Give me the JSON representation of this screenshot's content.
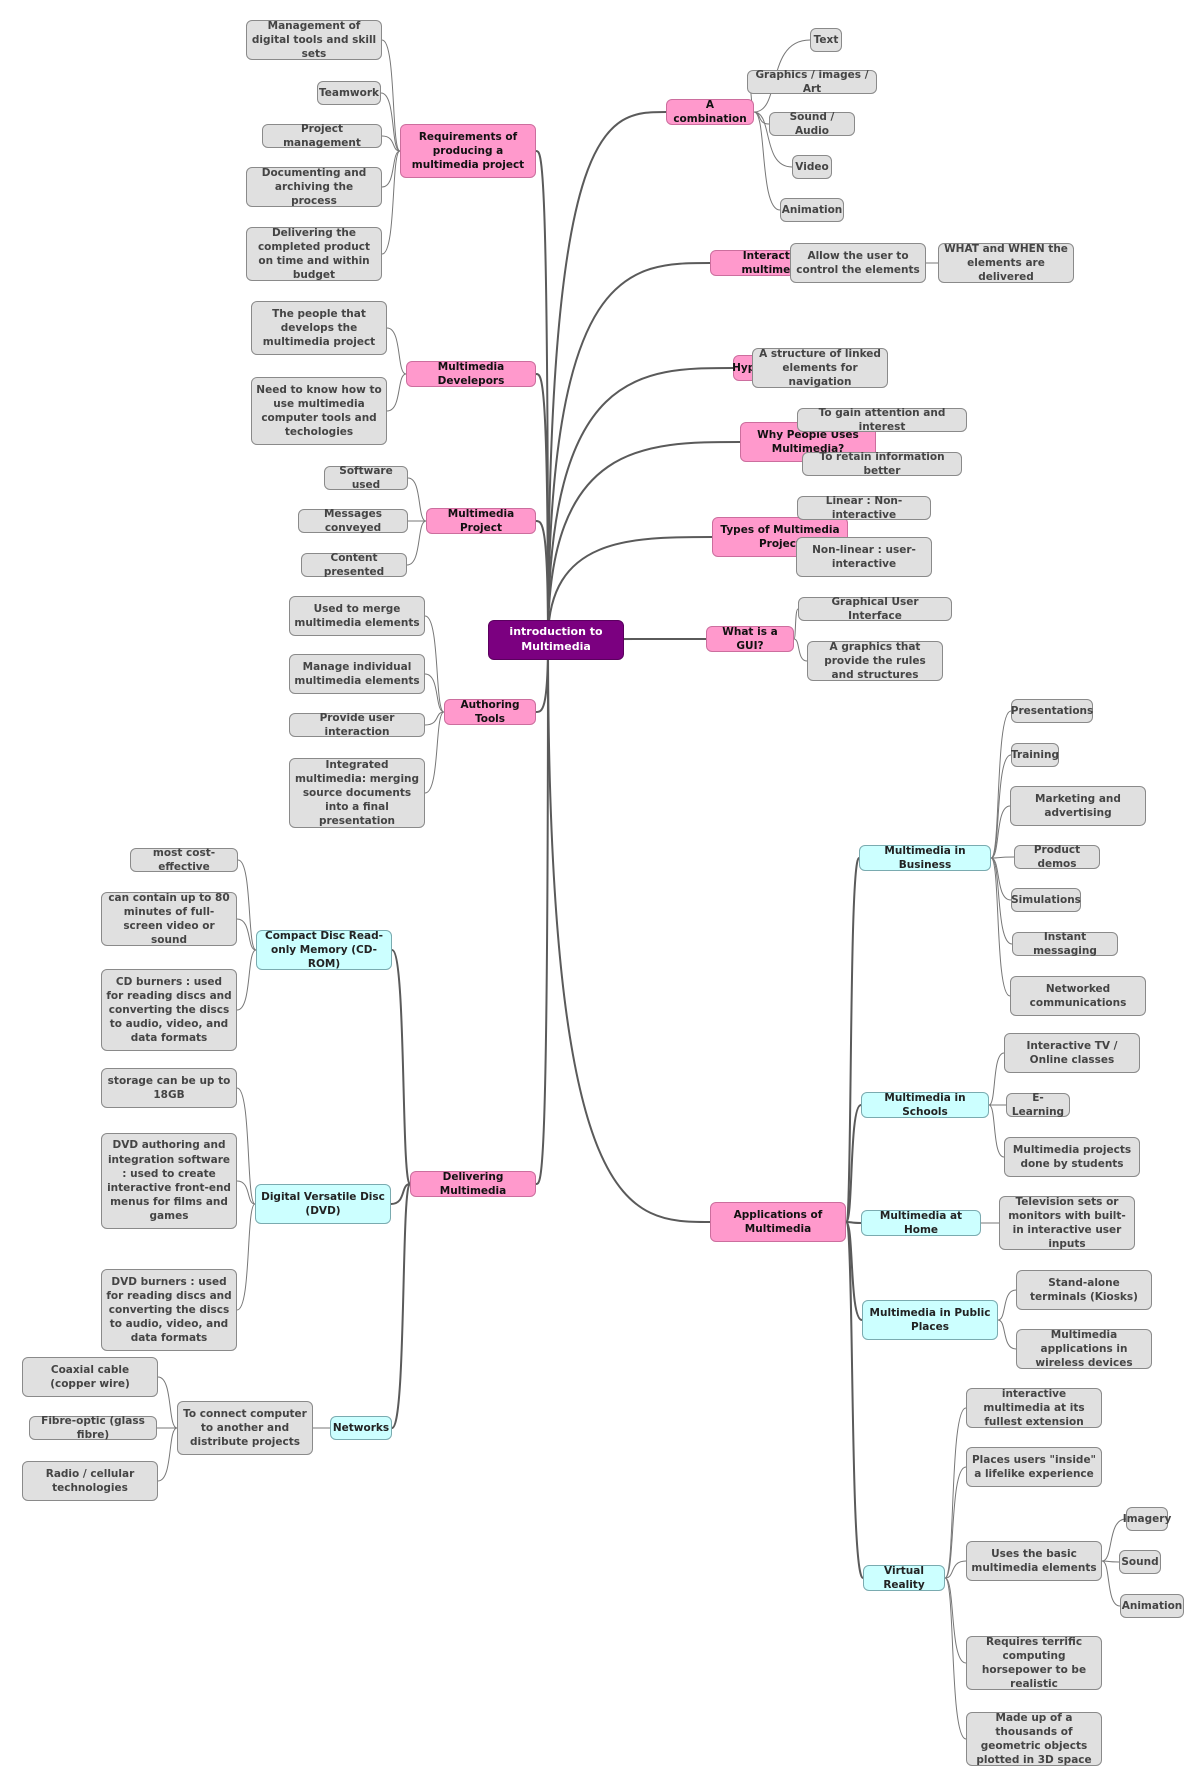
{
  "colors": {
    "branch_fill": "#ff99cc",
    "sub_branch_fill": "#ccffff",
    "root_fill": "#7b0080",
    "leaf_fill": "#e0e0e0",
    "line": "#5a5a5a"
  },
  "root": {
    "label": "introduction to Multimedia"
  },
  "nodes": [
    {
      "id": "combo",
      "label": "A combination",
      "style": "pink",
      "parent": "root"
    },
    {
      "id": "c_text",
      "label": "Text",
      "style": "leaf",
      "parent": "combo"
    },
    {
      "id": "c_gfx",
      "label": "Graphics / images / Art",
      "style": "leaf",
      "parent": "combo"
    },
    {
      "id": "c_sound",
      "label": "Sound / Audio",
      "style": "leaf",
      "parent": "combo"
    },
    {
      "id": "c_video",
      "label": "Video",
      "style": "leaf",
      "parent": "combo"
    },
    {
      "id": "c_anim",
      "label": "Animation",
      "style": "leaf",
      "parent": "combo"
    },
    {
      "id": "inter",
      "label": "Interactive multimedia",
      "style": "pink",
      "parent": "root"
    },
    {
      "id": "i_allow",
      "label": "Allow the user to control the elements",
      "style": "leaf",
      "parent": "inter"
    },
    {
      "id": "i_what",
      "label": "WHAT and WHEN the elements are delivered",
      "style": "leaf",
      "parent": "i_allow"
    },
    {
      "id": "hyper",
      "label": "Hypermedia",
      "style": "pink",
      "parent": "root"
    },
    {
      "id": "h_struct",
      "label": "A structure of linked elements for navigation",
      "style": "leaf",
      "parent": "hyper"
    },
    {
      "id": "why",
      "label": "Why People Uses Multimedia?",
      "style": "pink",
      "parent": "root"
    },
    {
      "id": "w_gain",
      "label": "To gain attention and interest",
      "style": "leaf",
      "parent": "why"
    },
    {
      "id": "w_retain",
      "label": "To retain information better",
      "style": "leaf",
      "parent": "why"
    },
    {
      "id": "types",
      "label": "Types of Multimedia Project",
      "style": "pink",
      "parent": "root"
    },
    {
      "id": "t_lin",
      "label": "Linear : Non-interactive",
      "style": "leaf",
      "parent": "types"
    },
    {
      "id": "t_nonlin",
      "label": "Non-linear : user-interactive",
      "style": "leaf",
      "parent": "types"
    },
    {
      "id": "gui",
      "label": "What is a GUI?",
      "style": "pink",
      "parent": "root"
    },
    {
      "id": "g_gui",
      "label": "Graphical User Interface",
      "style": "leaf",
      "parent": "gui"
    },
    {
      "id": "g_rules",
      "label": "A graphics that provide the rules and structures",
      "style": "leaf",
      "parent": "gui"
    },
    {
      "id": "apps",
      "label": "Applications of Multimedia",
      "style": "pink",
      "parent": "root"
    },
    {
      "id": "biz",
      "label": "Multimedia in Business",
      "style": "cyan",
      "parent": "apps"
    },
    {
      "id": "b_pres",
      "label": "Presentations",
      "style": "leaf",
      "parent": "biz"
    },
    {
      "id": "b_train",
      "label": "Training",
      "style": "leaf",
      "parent": "biz"
    },
    {
      "id": "b_mkt",
      "label": "Marketing and advertising",
      "style": "leaf",
      "parent": "biz"
    },
    {
      "id": "b_demo",
      "label": "Product demos",
      "style": "leaf",
      "parent": "biz"
    },
    {
      "id": "b_sim",
      "label": "Simulations",
      "style": "leaf",
      "parent": "biz"
    },
    {
      "id": "b_im",
      "label": "Instant messaging",
      "style": "leaf",
      "parent": "biz"
    },
    {
      "id": "b_net",
      "label": "Networked communications",
      "style": "leaf",
      "parent": "biz"
    },
    {
      "id": "sch",
      "label": "Multimedia in Schools",
      "style": "cyan",
      "parent": "apps"
    },
    {
      "id": "s_tv",
      "label": "Interactive TV / Online classes",
      "style": "leaf",
      "parent": "sch"
    },
    {
      "id": "s_el",
      "label": "E-Learning",
      "style": "leaf",
      "parent": "sch"
    },
    {
      "id": "s_proj",
      "label": "Multimedia projects done by students",
      "style": "leaf",
      "parent": "sch"
    },
    {
      "id": "home",
      "label": "Multimedia at Home",
      "style": "cyan",
      "parent": "apps"
    },
    {
      "id": "h_tv",
      "label": "Television sets or monitors with built-in interactive user inputs",
      "style": "leaf",
      "parent": "home"
    },
    {
      "id": "pub",
      "label": "Multimedia in Public Places",
      "style": "cyan",
      "parent": "apps"
    },
    {
      "id": "p_kiosk",
      "label": "Stand-alone terminals (Kiosks)",
      "style": "leaf",
      "parent": "pub"
    },
    {
      "id": "p_wire",
      "label": "Multimedia applications in wireless devices",
      "style": "leaf",
      "parent": "pub"
    },
    {
      "id": "vr",
      "label": "Virtual Reality",
      "style": "cyan",
      "parent": "apps"
    },
    {
      "id": "v_full",
      "label": "interactive multimedia at its fullest extension",
      "style": "leaf",
      "parent": "vr"
    },
    {
      "id": "v_inside",
      "label": "Places users \"inside\" a lifelike experience",
      "style": "leaf",
      "parent": "vr"
    },
    {
      "id": "v_basic",
      "label": "Uses the basic multimedia elements",
      "style": "leaf",
      "parent": "vr"
    },
    {
      "id": "v_img",
      "label": "Imagery",
      "style": "leaf",
      "parent": "v_basic"
    },
    {
      "id": "v_snd",
      "label": "Sound",
      "style": "leaf",
      "parent": "v_basic"
    },
    {
      "id": "v_anim",
      "label": "Animation",
      "style": "leaf",
      "parent": "v_basic"
    },
    {
      "id": "v_horse",
      "label": "Requires terrific computing horsepower to be realistic",
      "style": "leaf",
      "parent": "vr"
    },
    {
      "id": "v_geo",
      "label": "Made up of a thousands of geometric objects plotted in 3D space",
      "style": "leaf",
      "parent": "vr"
    },
    {
      "id": "req",
      "label": "Requirements of producing a multimedia project",
      "style": "pink",
      "parent": "root"
    },
    {
      "id": "r_mgmt",
      "label": "Management of digital tools and skill sets",
      "style": "leaf",
      "parent": "req"
    },
    {
      "id": "r_team",
      "label": "Teamwork",
      "style": "leaf",
      "parent": "req"
    },
    {
      "id": "r_pm",
      "label": "Project management",
      "style": "leaf",
      "parent": "req"
    },
    {
      "id": "r_doc",
      "label": "Documenting and archiving the process",
      "style": "leaf",
      "parent": "req"
    },
    {
      "id": "r_deliv",
      "label": "Delivering the completed product on time and within budget",
      "style": "leaf",
      "parent": "req"
    },
    {
      "id": "dev",
      "label": "Multimedia Develepors",
      "style": "pink",
      "parent": "root"
    },
    {
      "id": "d_people",
      "label": "The people that develops the multimedia project",
      "style": "leaf",
      "parent": "dev"
    },
    {
      "id": "d_need",
      "label": "Need to know how to use multimedia computer tools and techologies",
      "style": "leaf",
      "parent": "dev"
    },
    {
      "id": "proj",
      "label": "Multimedia Project",
      "style": "pink",
      "parent": "root"
    },
    {
      "id": "pj_sw",
      "label": "Software used",
      "style": "leaf",
      "parent": "proj"
    },
    {
      "id": "pj_msg",
      "label": "Messages conveyed",
      "style": "leaf",
      "parent": "proj"
    },
    {
      "id": "pj_cont",
      "label": "Content presented",
      "style": "leaf",
      "parent": "proj"
    },
    {
      "id": "auth",
      "label": "Authoring Tools",
      "style": "pink",
      "parent": "root"
    },
    {
      "id": "a_merge",
      "label": "Used to merge multimedia elements",
      "style": "leaf",
      "parent": "auth"
    },
    {
      "id": "a_manage",
      "label": "Manage individual multimedia elements",
      "style": "leaf",
      "parent": "auth"
    },
    {
      "id": "a_ui",
      "label": "Provide user interaction",
      "style": "leaf",
      "parent": "auth"
    },
    {
      "id": "a_integ",
      "label": "Integrated multimedia: merging source documents into a final presentation",
      "style": "leaf",
      "parent": "auth"
    },
    {
      "id": "delv",
      "label": "Delivering Multimedia",
      "style": "pink",
      "parent": "root"
    },
    {
      "id": "cd",
      "label": "Compact Disc Read-only Memory (CD-ROM)",
      "style": "cyan",
      "parent": "delv"
    },
    {
      "id": "cd_cost",
      "label": "most cost-effective",
      "style": "leaf",
      "parent": "cd"
    },
    {
      "id": "cd_80",
      "label": "can contain up to 80 minutes of full-screen video or sound",
      "style": "leaf",
      "parent": "cd"
    },
    {
      "id": "cd_burn",
      "label": "CD burners : used for reading discs and converting the discs to audio, video, and data formats",
      "style": "leaf",
      "parent": "cd"
    },
    {
      "id": "dvd",
      "label": "Digital Versatile Disc (DVD)",
      "style": "cyan",
      "parent": "delv"
    },
    {
      "id": "dvd_18",
      "label": "storage can be up to 18GB",
      "style": "leaf",
      "parent": "dvd"
    },
    {
      "id": "dvd_auth",
      "label": "DVD authoring and integration software : used to create interactive front-end menus for films and games",
      "style": "leaf",
      "parent": "dvd"
    },
    {
      "id": "dvd_burn",
      "label": "DVD burners : used for reading discs and converting the discs to audio, video, and data formats",
      "style": "leaf",
      "parent": "dvd"
    },
    {
      "id": "netw",
      "label": "Networks",
      "style": "cyan",
      "parent": "delv"
    },
    {
      "id": "n_conn",
      "label": "To connect computer to another and distribute projects",
      "style": "leaf",
      "parent": "netw"
    },
    {
      "id": "n_coax",
      "label": "Coaxial cable (copper wire)",
      "style": "leaf",
      "parent": "n_conn"
    },
    {
      "id": "n_fibre",
      "label": "Fibre-optic (glass fibre)",
      "style": "leaf",
      "parent": "n_conn"
    },
    {
      "id": "n_radio",
      "label": "Radio / cellular technologies",
      "style": "leaf",
      "parent": "n_conn"
    }
  ]
}
